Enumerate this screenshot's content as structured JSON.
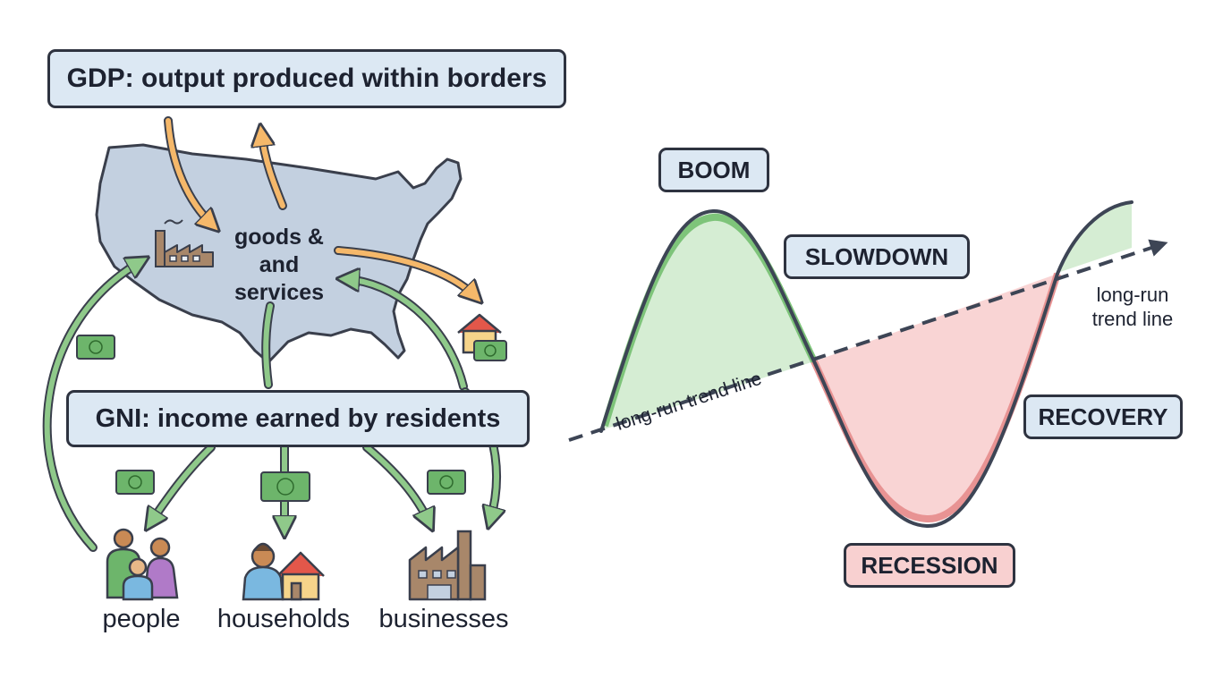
{
  "left_diagram": {
    "gdp_label": "GDP: output produced within borders",
    "gni_label": "GNI: income earned by residents",
    "center_lines": [
      "goods &",
      "and",
      "services"
    ],
    "groups": [
      {
        "label": "people",
        "icon": "people-icon"
      },
      {
        "label": "households",
        "icon": "household-icon"
      },
      {
        "label": "businesses",
        "icon": "business-factory-icon"
      }
    ],
    "colors": {
      "map_fill": "#c3d0e0",
      "output_arrows": "#f5b86a",
      "income_arrows": "#8fc98a",
      "money": "#6db56b",
      "label_box": "#dce8f3"
    }
  },
  "business_cycle": {
    "phases": {
      "boom": "BOOM",
      "slowdown": "SLOWDOWN",
      "recession": "RECESSION",
      "recovery": "RECOVERY"
    },
    "trend_label_inline": "long-run trend line",
    "trend_label_side": [
      "long-run",
      "trend line"
    ],
    "colors": {
      "expansion_fill": "#d5edd3",
      "expansion_edge": "#7ec47a",
      "contraction_fill": "#f9d4d4",
      "contraction_edge": "#e89393",
      "curve": "#3d4555",
      "trend": "#3d4555",
      "recession_box": "#f8d0d0"
    }
  }
}
